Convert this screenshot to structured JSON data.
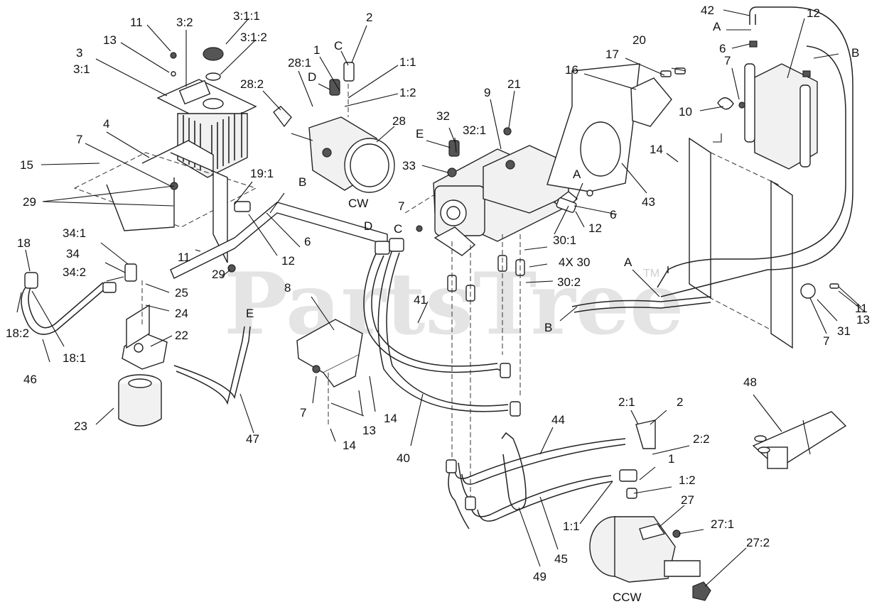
{
  "watermark": {
    "text": "PartsTree",
    "tm": "TM"
  },
  "labels": [
    "42",
    "12",
    "A",
    "B",
    "6",
    "7",
    "10",
    "3",
    "3:1",
    "3:2",
    "3:1:1",
    "3:1:2",
    "11",
    "13",
    "2",
    "C",
    "1",
    "1:1",
    "1:2",
    "D",
    "28:1",
    "28:2",
    "28",
    "CW",
    "9",
    "21",
    "20",
    "17",
    "16",
    "32",
    "32:1",
    "E",
    "33",
    "14",
    "43",
    "4",
    "15",
    "19:1",
    "29",
    "34:1",
    "34",
    "34:2",
    "18",
    "18:2",
    "18:1",
    "25",
    "24",
    "22",
    "23",
    "46",
    "47",
    "8",
    "41",
    "40",
    "4X 30",
    "30:1",
    "30:2",
    "31",
    "2:1",
    "2:2",
    "27",
    "27:1",
    "27:2",
    "44",
    "45",
    "49",
    "48",
    "CCW"
  ]
}
